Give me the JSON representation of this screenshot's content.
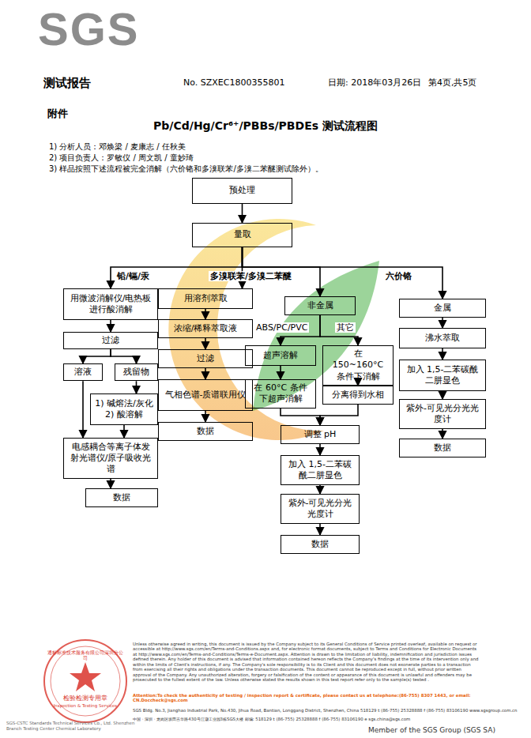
{
  "diagram": {
    "title": "Pb/Cd/Hg/Cr⁶⁺/PBBs/PBDEs 测试流程图",
    "nodes": [
      {
        "text": [
          "预处理"
        ]
      },
      {
        "text": [
          "量取"
        ]
      },
      {
        "text": [
          "用微波消解仪/电热板进行酸消解"
        ]
      },
      {
        "text": [
          "过滤"
        ]
      },
      {
        "text": [
          "溶液"
        ]
      },
      {
        "text": [
          "残留物"
        ]
      },
      {
        "text": [
          "1) 碱熔法/灰化 2) 酸溶解"
        ]
      },
      {
        "text": [
          "电感耦合等离子体发射光谱仪/原子吸收光谱"
        ]
      },
      {
        "text": [
          "数据"
        ]
      },
      {
        "text": [
          "用溶剂萃取"
        ]
      },
      {
        "text": [
          "浓缩/稀释萃取液"
        ]
      },
      {
        "text": [
          "过滤"
        ]
      },
      {
        "text": [
          "气相色谱-质谱联用仪"
        ]
      },
      {
        "text": [
          "数据"
        ]
      },
      {
        "text": [
          "非金属"
        ]
      },
      {
        "text": [
          "超声溶解"
        ]
      },
      {
        "text": [
          "在 150~160°C 条件下消解"
        ]
      },
      {
        "text": [
          "在 60°C 条件下超声消解"
        ]
      },
      {
        "text": [
          "分离得到水相"
        ]
      },
      {
        "text": [
          "调整 pH"
        ]
      },
      {
        "text": [
          "加入 1,5-二苯碳酰二肼显色"
        ]
      },
      {
        "text": [
          "紫外-可见光分光光度计"
        ]
      },
      {
        "text": [
          "数据"
        ]
      },
      {
        "text": [
          "金属"
        ]
      },
      {
        "text": [
          "沸水萃取"
        ]
      },
      {
        "text": [
          "加入 1,5-二苯碳酰二肼显色"
        ]
      },
      {
        "text": [
          "紫外-可见光分光光度计"
        ]
      },
      {
        "text": [
          "数据"
        ]
      }
    ],
    "edges": [
      {
        "from": 0,
        "to": 1,
        "arrow": "to"
      },
      {
        "from": 1,
        "to": 2,
        "arrow": "to",
        "label": "铅/镉/汞"
      },
      {
        "from": 1,
        "to": 9,
        "arrow": "to",
        "label": "多溴联苯/多溴二苯醚"
      },
      {
        "from": 1,
        "to": 14,
        "arrow": "to"
      },
      {
        "from": 1,
        "to": 23,
        "arrow": "to",
        "label": "六价铬"
      },
      {
        "from": 2,
        "to": 3,
        "arrow": "to"
      },
      {
        "from": 3,
        "to": 4,
        "arrow": "to"
      },
      {
        "from": 3,
        "to": 5,
        "arrow": "to"
      },
      {
        "from": 5,
        "to": 6,
        "arrow": "to"
      },
      {
        "from": 4,
        "to": 7,
        "arrow": "to"
      },
      {
        "from": 6,
        "to": 7,
        "arrow": "to"
      },
      {
        "from": 7,
        "to": 8,
        "arrow": "to"
      },
      {
        "from": 9,
        "to": 10,
        "arrow": "to"
      },
      {
        "from": 10,
        "to": 11,
        "arrow": "to"
      },
      {
        "from": 11,
        "to": 12,
        "arrow": "to"
      },
      {
        "from": 12,
        "to": 13,
        "arrow": "to"
      },
      {
        "from": 14,
        "to": 15,
        "arrow": "to",
        "label": "ABS/PC/PVC"
      },
      {
        "from": 14,
        "to": 16,
        "arrow": "to",
        "label": "其它"
      },
      {
        "from": 15,
        "to": 17,
        "arrow": "to"
      },
      {
        "from": 16,
        "to": 18,
        "arrow": "to"
      },
      {
        "from": 17,
        "to": 19,
        "arrow": "to"
      },
      {
        "from": 18,
        "to": 19,
        "arrow": "to"
      },
      {
        "from": 19,
        "to": 20,
        "arrow": "to"
      },
      {
        "from": 20,
        "to": 21,
        "arrow": "to"
      },
      {
        "from": 21,
        "to": 22,
        "arrow": "to"
      },
      {
        "from": 23,
        "to": 24,
        "arrow": "to"
      },
      {
        "from": 24,
        "to": 25,
        "arrow": "to"
      },
      {
        "from": 25,
        "to": 26,
        "arrow": "to"
      },
      {
        "from": 26,
        "to": 27,
        "arrow": "to"
      }
    ],
    "labels": [
      "SGS",
      "测试报告",
      "No. SZXEC1800355801",
      "日期: 2018年03月26日",
      "第4页,共5页",
      "附件",
      "1) 分析人员：邓焕梁 / 麦康志 / 任秋美",
      "2) 项目负责人：罗敏仪 / 周文凯 / 童妙琦",
      "3) 样品按照下述流程被完全消解（六价铬和多溴联苯/多溴二苯醚测试除外）。",
      "Unless otherwise agreed in writing, this document is issued by the Company subject to its General Conditions of Service printed overleaf, available on request or accessible at http://www.sgs.com/en/Terms-and-Conditions.aspx and, for electronic format documents, subject to Terms and Conditions for Electronic Documents at http://www.sgs.com/en/Terms-and-Conditions/Terms-e-Document.aspx. Attention is drawn to the limitation of liability, indemnification and jurisdiction issues defined therein. Any holder of this document is advised that information contained hereon reflects the Company's findings at the time of its intervention only and within the limits of Client's instructions, if any. The Company's sole responsibility is to its Client and this document does not exonerate parties to a transaction from exercising all their rights and obligations under the transaction documents. This document cannot be reproduced except in full, without prior written approval of the Company. Any unauthorized alteration, forgery or falsification of the content or appearance of this document is unlawful and offenders may be prosecuted to the fullest extent of the law. Unless otherwise stated the results shown in this test report refer only to the sample(s) tested .",
      "Attention:To check the authenticity of testing / inspection report & certificate, please contact us at telephone:(86-755) 8307 1443, or email: CN.Doccheck@sgs.com",
      "SGS Bldg. No.3, Jianghao Industrial Park, No.430, Jihua Road, Bantian, Longgang District, Shenzhen, China 518129   t (86-755) 25328888   f (86-755) 83106190   www.sgsgroup.com.cn",
      "中国 · 深圳 · 龙岗区坂田吉华路430号江灏工业园3栋SGS大楼   邮编: 518129   t (86-755) 25328888   f (86-755) 83106190   e sgs.china@sgs.com",
      "检验检测专用章",
      "Inspection & Testing Services",
      "通标标准技术服务有限公司深圳分公司",
      "SGS-CSTC Standards Technical Services Co., Ltd. Shenzhen Branch Testing Center Chemical Laboratory",
      "Member of the SGS Group (SGS SA)"
    ]
  }
}
